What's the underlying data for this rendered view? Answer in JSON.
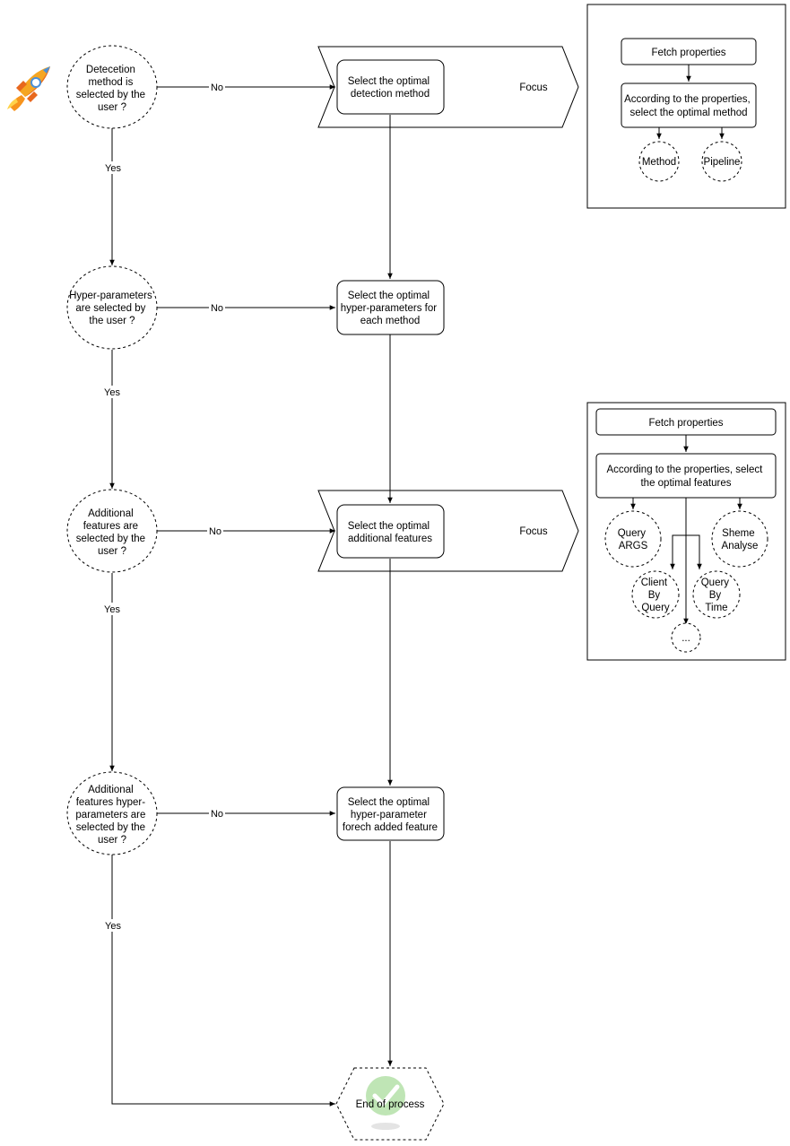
{
  "decisions": [
    {
      "lines": [
        "Detecetion",
        "method is",
        "selected by the",
        "user ?"
      ]
    },
    {
      "lines": [
        "Hyper-parameters",
        "are selected by",
        "the user ?"
      ]
    },
    {
      "lines": [
        "Additional",
        "features are",
        "selected by the",
        "user ?"
      ]
    },
    {
      "lines": [
        "Additional",
        "features hyper-",
        "parameters are",
        "selected by the",
        "user ?"
      ]
    }
  ],
  "processes": [
    {
      "lines": [
        "Select the optimal",
        "detection method"
      ]
    },
    {
      "lines": [
        "Select the optimal",
        "hyper-parameters for",
        "each method"
      ]
    },
    {
      "lines": [
        "Select the optimal",
        "additional features"
      ]
    },
    {
      "lines": [
        "Select the optimal",
        "hyper-parameter",
        "forech added feature"
      ]
    }
  ],
  "edge_labels": {
    "no": "No",
    "yes": "Yes"
  },
  "focus_label": "Focus",
  "end_label": "End of process",
  "panel1": {
    "fetch": "Fetch properties",
    "select_lines": [
      "According to the properties,",
      "select the optimal method"
    ],
    "outputs": [
      {
        "lines": [
          "Method"
        ]
      },
      {
        "lines": [
          "Pipeline"
        ]
      }
    ]
  },
  "panel2": {
    "fetch": "Fetch properties",
    "select_lines": [
      "According to the properties, select",
      "the optimal features"
    ],
    "outputs": [
      {
        "lines": [
          "Query",
          "ARGS"
        ]
      },
      {
        "lines": [
          "Sheme",
          "Analyse"
        ]
      },
      {
        "lines": [
          "Client",
          "By",
          "Query"
        ]
      },
      {
        "lines": [
          "Query",
          "By",
          "Time"
        ]
      },
      {
        "lines": [
          "..."
        ]
      }
    ]
  },
  "icons": [
    "rocket-icon",
    "checkmark-icon"
  ]
}
